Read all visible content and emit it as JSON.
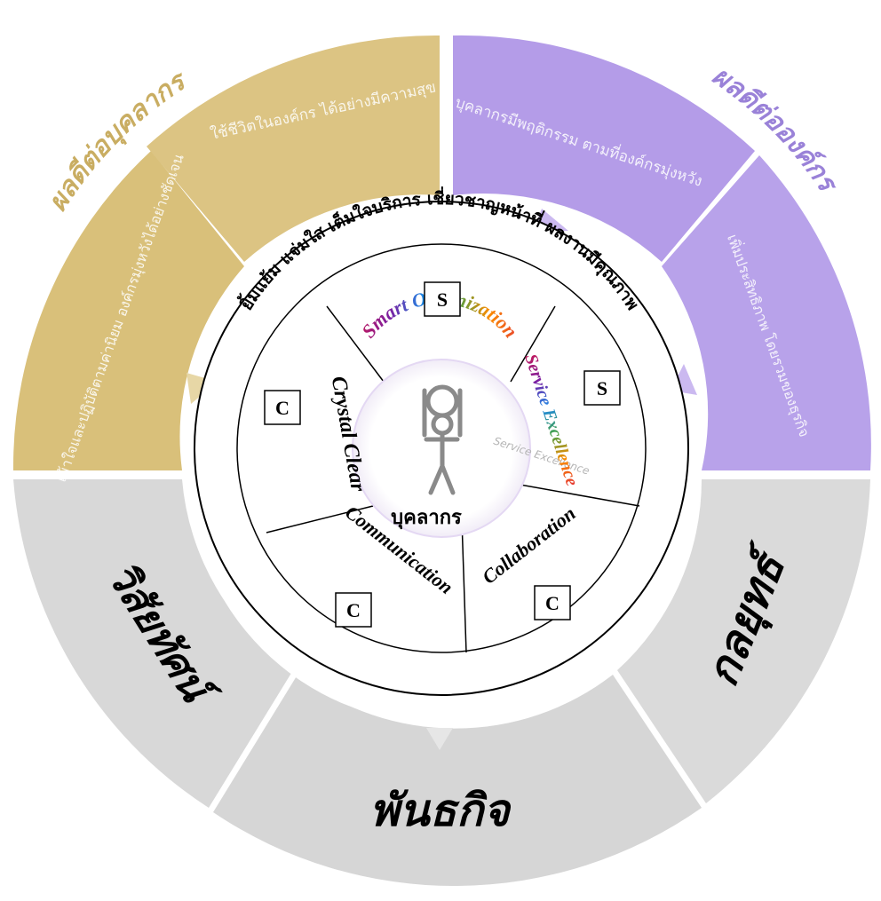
{
  "outer_ring": {
    "result_people": {
      "title": "ผลดีต่อบุคลากร",
      "item_1": "ใช้ชีวิตในองค์กร ได้อย่างมีความสุข",
      "item_2": "เข้าใจและปฏิบัติตามค่านิยม องค์กรมุ่งหวังได้อย่างชัดเจน",
      "color": "#d9c07a"
    },
    "result_org": {
      "title": "ผลดีต่อองค์กร",
      "item_1": "บุคลากรมีพฤติกรรม ตามที่องค์กรมุ่งหวัง",
      "item_2": "เพิ่มประสิทธิภาพ โดยรวมของธุรกิจ",
      "color": "#b8a2ea"
    },
    "bottom": {
      "vision": "วิสัยทัศน์",
      "mission": "พันธกิจ",
      "strategy": "กลยุทธ์",
      "color": "#d8d8d8"
    }
  },
  "values_arc": "ยิ้มแย้ม แจ่มใส เต็มใจบริการ เชี่ยวชาญหน้าที่ ผลงานมีคุณภาพ",
  "segments": {
    "smart_org": {
      "label": "Smart Organization",
      "letter": "S"
    },
    "service": {
      "label": "Service Excellence",
      "letter": "S"
    },
    "collab": {
      "label": "Collaboration",
      "letter": "C"
    },
    "comm": {
      "label": "Communication",
      "letter": "C"
    },
    "crystal": {
      "label": "Crystal Clear",
      "letter": "C"
    }
  },
  "center": {
    "label": "บุคลากร",
    "watermark": "Service Excellence",
    "icon": "person-lifting-icon"
  }
}
